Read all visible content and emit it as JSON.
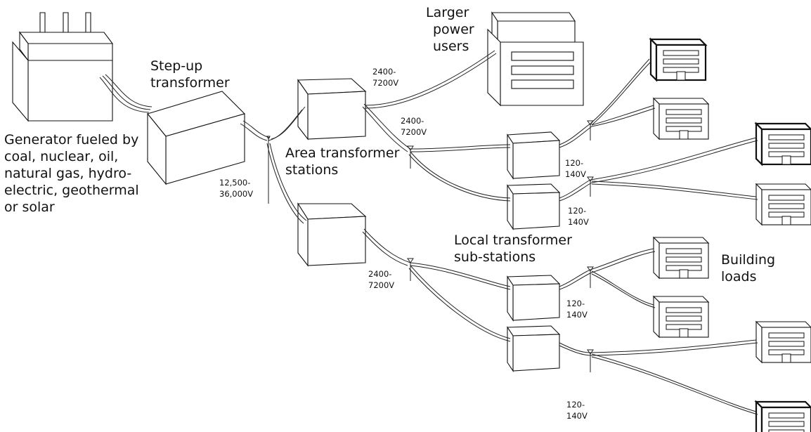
{
  "labels": {
    "generator": [
      "Generator fueled by",
      "coal, nuclear, oil,",
      "natural gas, hydro-",
      "electric, geothermal",
      "or solar"
    ],
    "step_up": [
      "Step-up",
      "transformer"
    ],
    "larger_users": [
      "Larger",
      "power",
      "users"
    ],
    "area_stations": [
      "Area transformer",
      "stations"
    ],
    "local_substations": [
      "Local transformer",
      "sub-stations"
    ],
    "building_loads": [
      "Building",
      "loads"
    ]
  },
  "voltages": {
    "transmission": [
      "12,500-",
      "36,000V"
    ],
    "area_upper_to_large": [
      "2400-",
      "7200V"
    ],
    "area_upper_to_local": [
      "2400-",
      "7200V"
    ],
    "area_lower_to_local": [
      "2400-",
      "7200V"
    ],
    "local_1": [
      "120-",
      "140V"
    ],
    "local_2": [
      "120-",
      "140V"
    ],
    "local_3": [
      "120-",
      "140V"
    ],
    "local_4": [
      "120-",
      "140V"
    ]
  }
}
